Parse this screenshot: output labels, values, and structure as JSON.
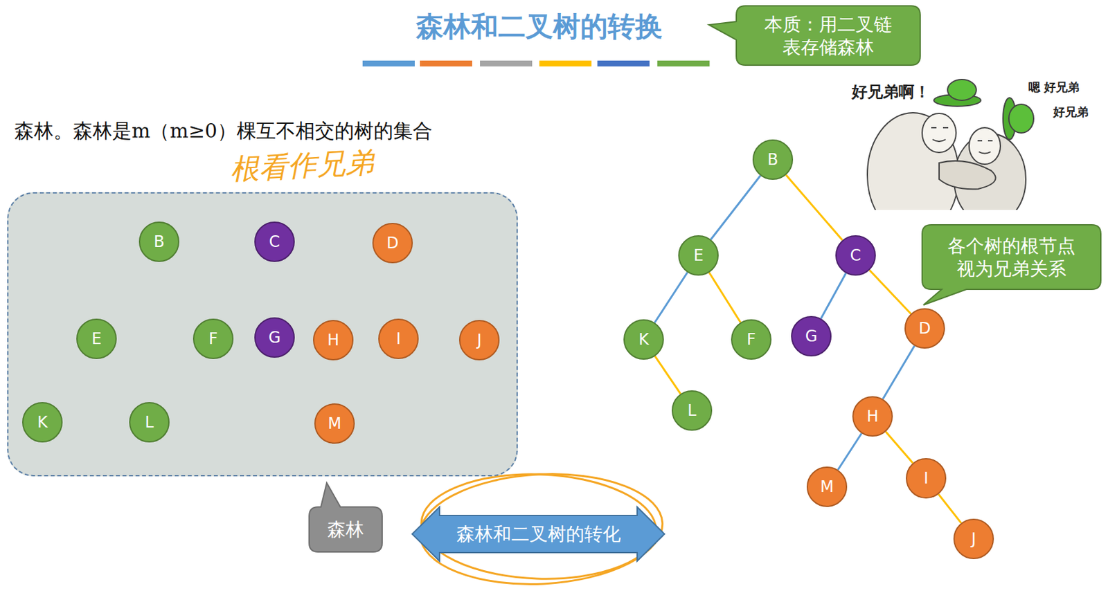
{
  "diagram": {
    "title": "森林和二叉树的转换",
    "nodes": [
      {
        "text": [
          "本质：用二叉链 表存储森林"
        ]
      },
      {
        "text": []
      },
      {
        "text": [
          "B"
        ],
        "in": 1
      },
      {
        "text": [
          "C"
        ],
        "in": 1
      },
      {
        "text": [
          "D"
        ],
        "in": 1
      },
      {
        "text": [
          "E"
        ],
        "in": 1
      },
      {
        "text": [
          "F"
        ],
        "in": 1
      },
      {
        "text": [
          "G"
        ],
        "in": 1
      },
      {
        "text": [
          "H"
        ],
        "in": 1
      },
      {
        "text": [
          "I"
        ],
        "in": 1
      },
      {
        "text": [
          "J"
        ],
        "in": 1
      },
      {
        "text": [
          "K"
        ],
        "in": 1
      },
      {
        "text": [
          "L"
        ],
        "in": 1
      },
      {
        "text": [
          "M"
        ],
        "in": 1
      },
      {
        "text": [
          "森林"
        ]
      },
      {
        "text": [
          "B"
        ]
      },
      {
        "text": [
          "E"
        ]
      },
      {
        "text": [
          "C"
        ]
      },
      {
        "text": [
          "K"
        ]
      },
      {
        "text": [
          "F"
        ]
      },
      {
        "text": [
          "G"
        ]
      },
      {
        "text": [
          "D"
        ]
      },
      {
        "text": [
          "L"
        ]
      },
      {
        "text": [
          "H"
        ]
      },
      {
        "text": [
          "M"
        ]
      },
      {
        "text": [
          "I"
        ]
      },
      {
        "text": [
          "J"
        ]
      },
      {
        "text": [
          "各个树的根节点 视为兄弟关系"
        ]
      },
      {
        "text": [
          "森林和二叉树的转化"
        ]
      }
    ],
    "edges": [
      {
        "from": 2,
        "to": 5,
        "arrow": "none"
      },
      {
        "from": 2,
        "to": 6,
        "arrow": "none"
      },
      {
        "from": 5,
        "to": 11,
        "arrow": "none"
      },
      {
        "from": 5,
        "to": 12,
        "arrow": "none"
      },
      {
        "from": 3,
        "to": 7,
        "arrow": "none"
      },
      {
        "from": 4,
        "to": 8,
        "arrow": "none"
      },
      {
        "from": 4,
        "to": 9,
        "arrow": "none"
      },
      {
        "from": 4,
        "to": 10,
        "arrow": "none"
      },
      {
        "from": 8,
        "to": 13,
        "arrow": "none"
      },
      {
        "from": 15,
        "to": 16,
        "arrow": "none"
      },
      {
        "from": 15,
        "to": 17,
        "arrow": "none"
      },
      {
        "from": 16,
        "to": 18,
        "arrow": "none"
      },
      {
        "from": 16,
        "to": 19,
        "arrow": "none"
      },
      {
        "from": 18,
        "to": 22,
        "arrow": "none"
      },
      {
        "from": 17,
        "to": 20,
        "arrow": "none"
      },
      {
        "from": 17,
        "to": 21,
        "arrow": "none"
      },
      {
        "from": 21,
        "to": 23,
        "arrow": "none"
      },
      {
        "from": 23,
        "to": 24,
        "arrow": "none"
      },
      {
        "from": 23,
        "to": 25,
        "arrow": "none"
      },
      {
        "from": 25,
        "to": 26,
        "arrow": "none"
      }
    ],
    "labels": [
      "好兄弟啊！",
      "嗯 好兄弟",
      "好兄弟",
      "森林。森林是m（m≥0）棵互不相交的树的集合",
      "根看作兄弟"
    ]
  }
}
